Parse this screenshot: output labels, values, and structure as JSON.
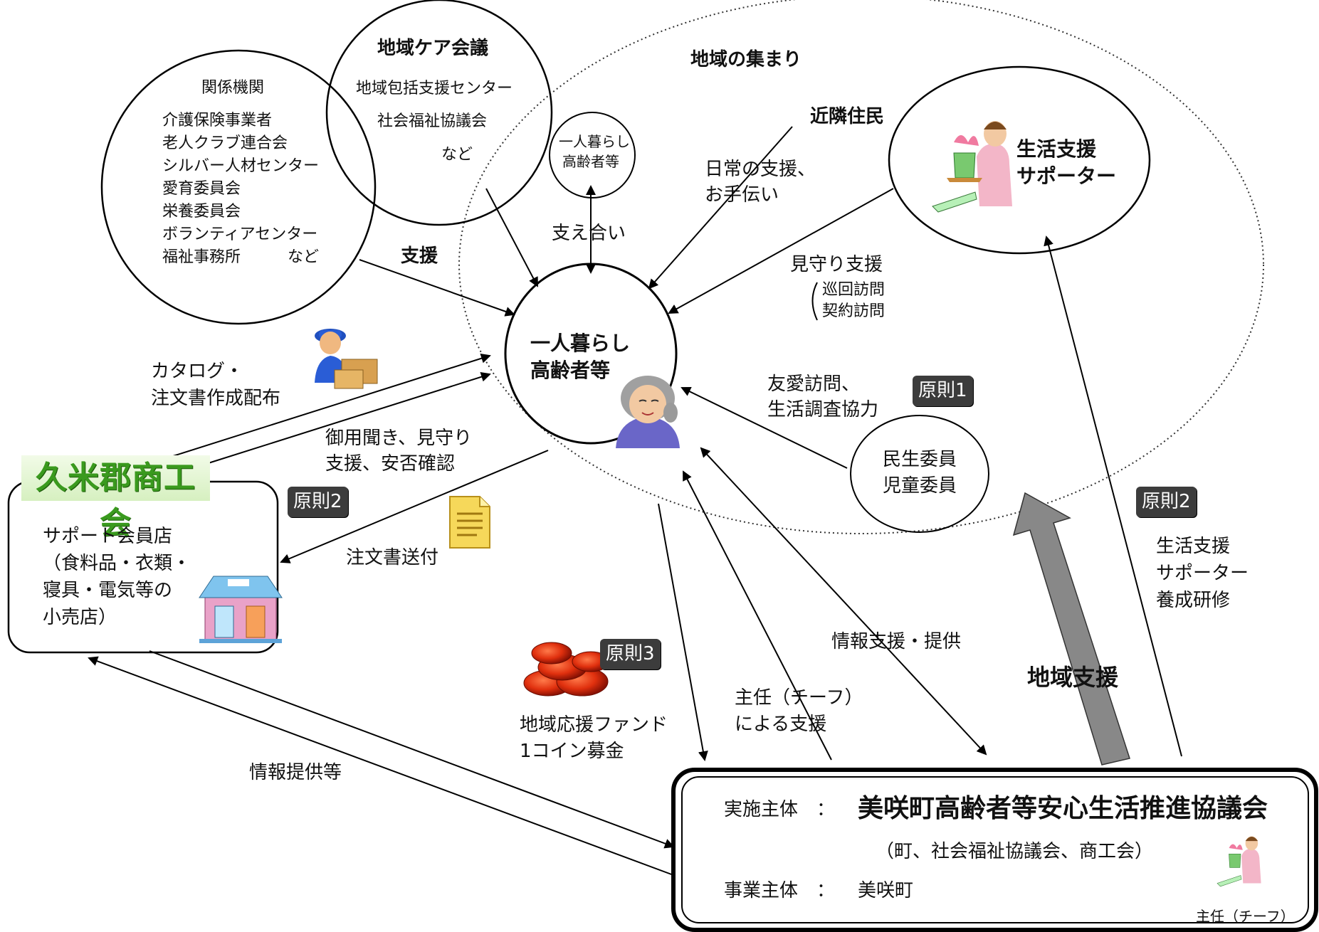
{
  "kankei": {
    "title": "関係機関",
    "items": [
      "介護保険事業者",
      "老人クラブ連合会",
      "シルバー人材センター",
      "愛育委員会",
      "栄養委員会",
      "ボランティアセンター",
      "福祉事務所　　　など"
    ]
  },
  "care_meeting": {
    "title": "地域ケア会議",
    "items": [
      "地域包括支援センター",
      "社会福祉協議会",
      "など"
    ]
  },
  "gathering": {
    "title": "地域の集まり"
  },
  "small_elderly": {
    "line1": "一人暮らし",
    "line2": "高齢者等"
  },
  "mutual_support": "支え合い",
  "support_label": "支援",
  "neighbors": "近隣住民",
  "daily_support": {
    "line1": "日常の支援、",
    "line2": "お手伝い"
  },
  "supporter": {
    "line1": "生活支援",
    "line2": "サポーター"
  },
  "watch_support": {
    "title": "見守り支援",
    "sub1": "巡回訪問",
    "sub2": "契約訪問"
  },
  "center_elderly": {
    "line1": "一人暮らし",
    "line2": "高齢者等"
  },
  "catalog": {
    "line1": "カタログ・",
    "line2": "注文書作成配布"
  },
  "goyokiki": {
    "line1": "御用聞き、見守り",
    "line2": "支援、安否確認"
  },
  "yuai": {
    "line1": "友愛訪問、",
    "line2": "生活調査協力"
  },
  "badges": {
    "p1": "原則1",
    "p2a": "原則2",
    "p2b": "原則2",
    "p3": "原則3"
  },
  "minsei": {
    "line1": "民生委員",
    "line2": "児童委員"
  },
  "shokokai": "久米郡商工会",
  "member_store": {
    "line1": "サポート会員店",
    "line2": "（食料品・衣類・",
    "line3": "寝具・電気等の",
    "line4": "小売店）"
  },
  "order_send": "注文書送付",
  "fund": {
    "line1": "地域応援ファンド",
    "line2": "1コイン募金"
  },
  "training": {
    "line1": "生活支援",
    "line2": "サポーター",
    "line3": "養成研修"
  },
  "info_support": "情報支援・提供",
  "chief_support": {
    "line1": "主任（チーフ）",
    "line2": "による支援"
  },
  "regional_support": "地域支援",
  "info_provide": "情報提供等",
  "council": {
    "row1_label": "実施主体　：",
    "row1_value": "美咲町高齢者等安心生活推進協議会",
    "row2": "（町、社会福祉協議会、商工会）",
    "row3_label": "事業主体　：",
    "row3_value": "美咲町",
    "chief_caption": "主任（チーフ）"
  },
  "icons": [
    "delivery-person-icon",
    "elderly-woman-icon",
    "document-icon",
    "shop-icon",
    "coins-icon",
    "supporter-woman-icon"
  ]
}
